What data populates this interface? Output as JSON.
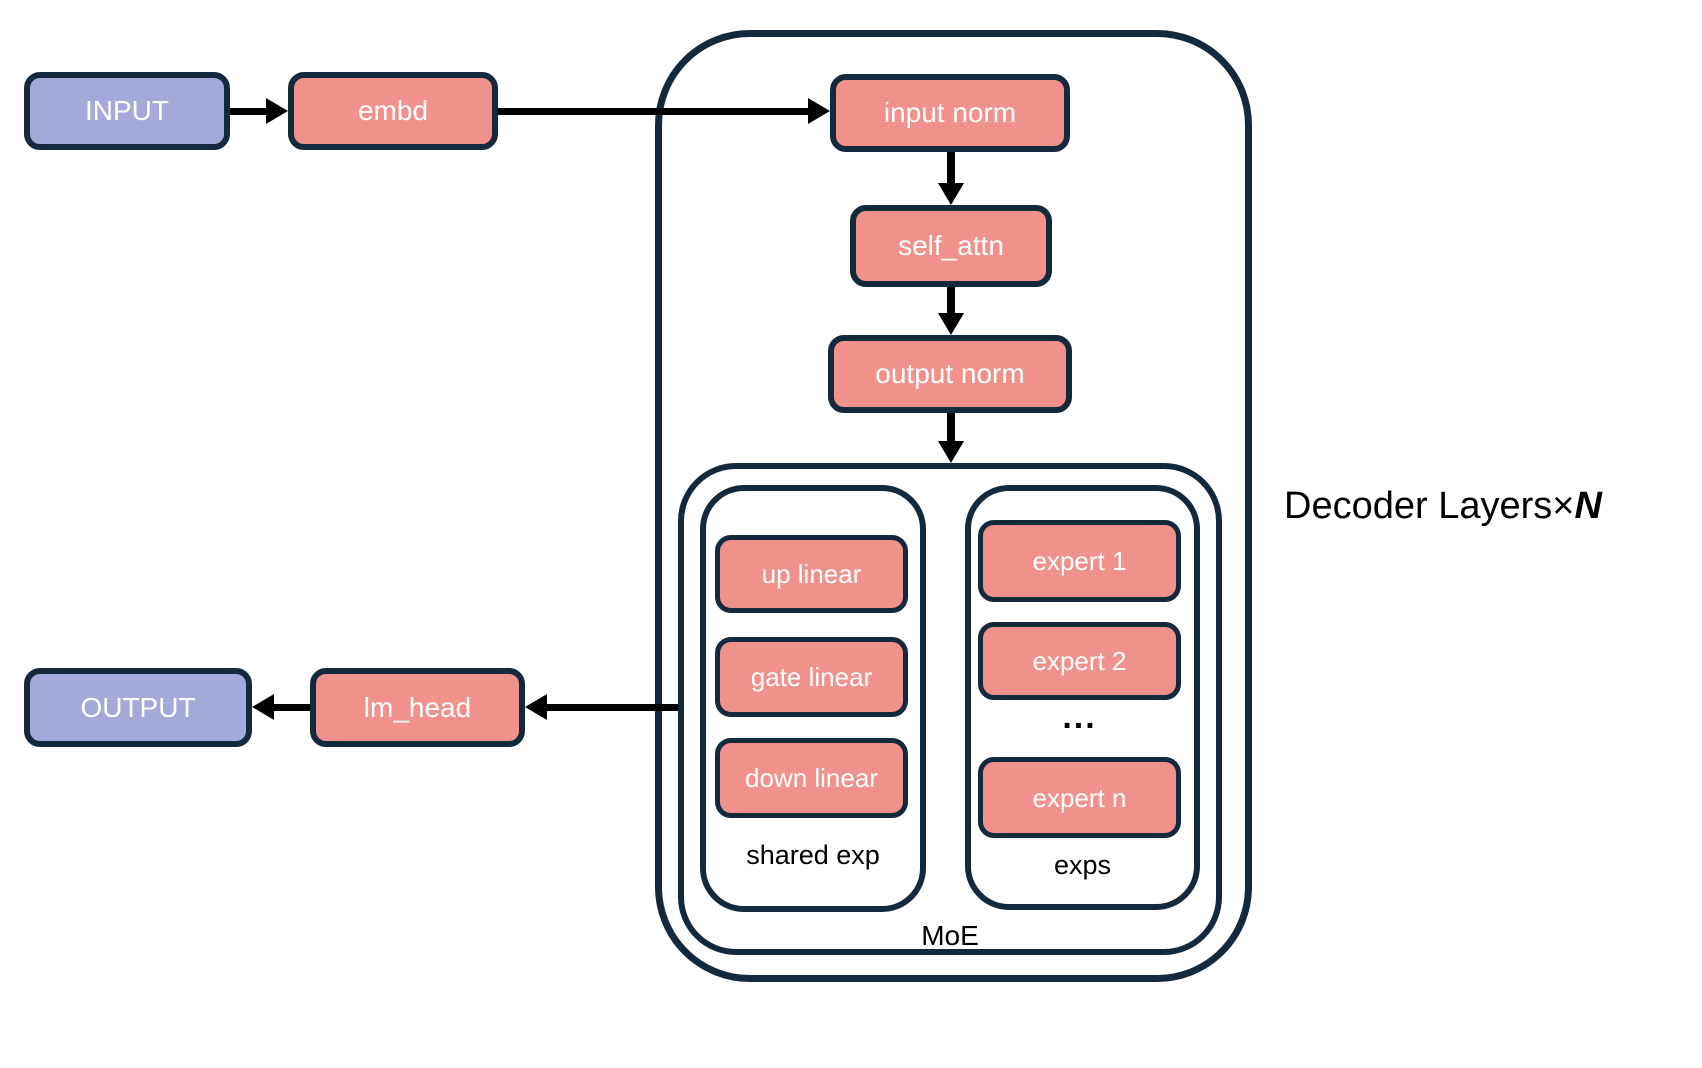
{
  "diagram": {
    "title_note": "",
    "nodes": {
      "input": "INPUT",
      "embd": "embd",
      "input_norm": "input norm",
      "self_attn": "self_attn",
      "output_norm": "output norm",
      "up_linear": "up linear",
      "gate_linear": "gate linear",
      "down_linear": "down linear",
      "expert_1": "expert 1",
      "expert_2": "expert 2",
      "expert_n": "expert n",
      "lm_head": "lm_head",
      "output": "OUTPUT"
    },
    "labels": {
      "shared_exp": "shared exp",
      "exps": "exps",
      "ellipsis": "...",
      "moe": "MoE",
      "decoder_layers_prefix": "Decoder Layers×",
      "decoder_layers_n": "N"
    }
  },
  "colors": {
    "node_fill_salmon": "#F0928B",
    "node_fill_purple": "#A3AAD9",
    "container_border_navy": "#14293B",
    "arrow_black": "#000000",
    "background": "#FFFFFF",
    "node_text": "#FFFFFF",
    "label_text": "#000000"
  }
}
